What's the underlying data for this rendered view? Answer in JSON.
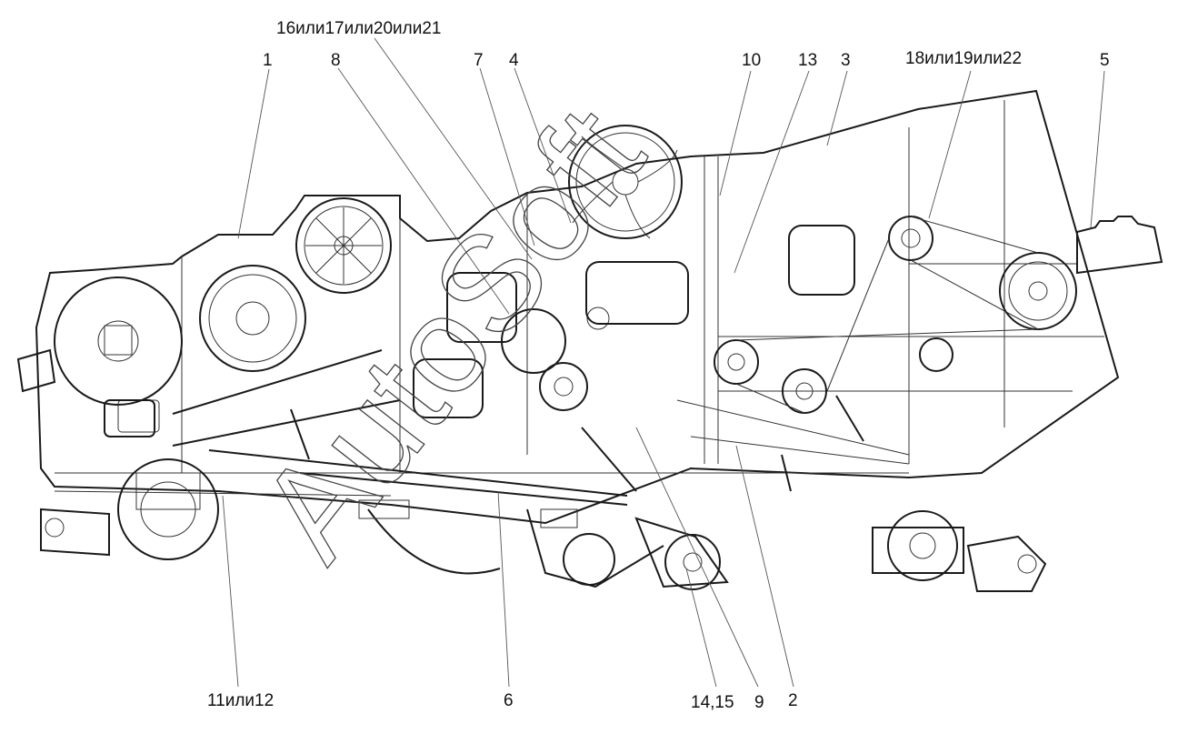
{
  "callouts": {
    "c1": "1",
    "c8": "8",
    "c16": "16или17или20или21",
    "c7": "7",
    "c4": "4",
    "c10": "10",
    "c13": "13",
    "c3": "3",
    "c18": "18или19или22",
    "c5": "5",
    "c11": "11или12",
    "c6": "6",
    "c14": "14,15",
    "c9": "9",
    "c2": "2"
  },
  "watermark": "AutoSoft"
}
